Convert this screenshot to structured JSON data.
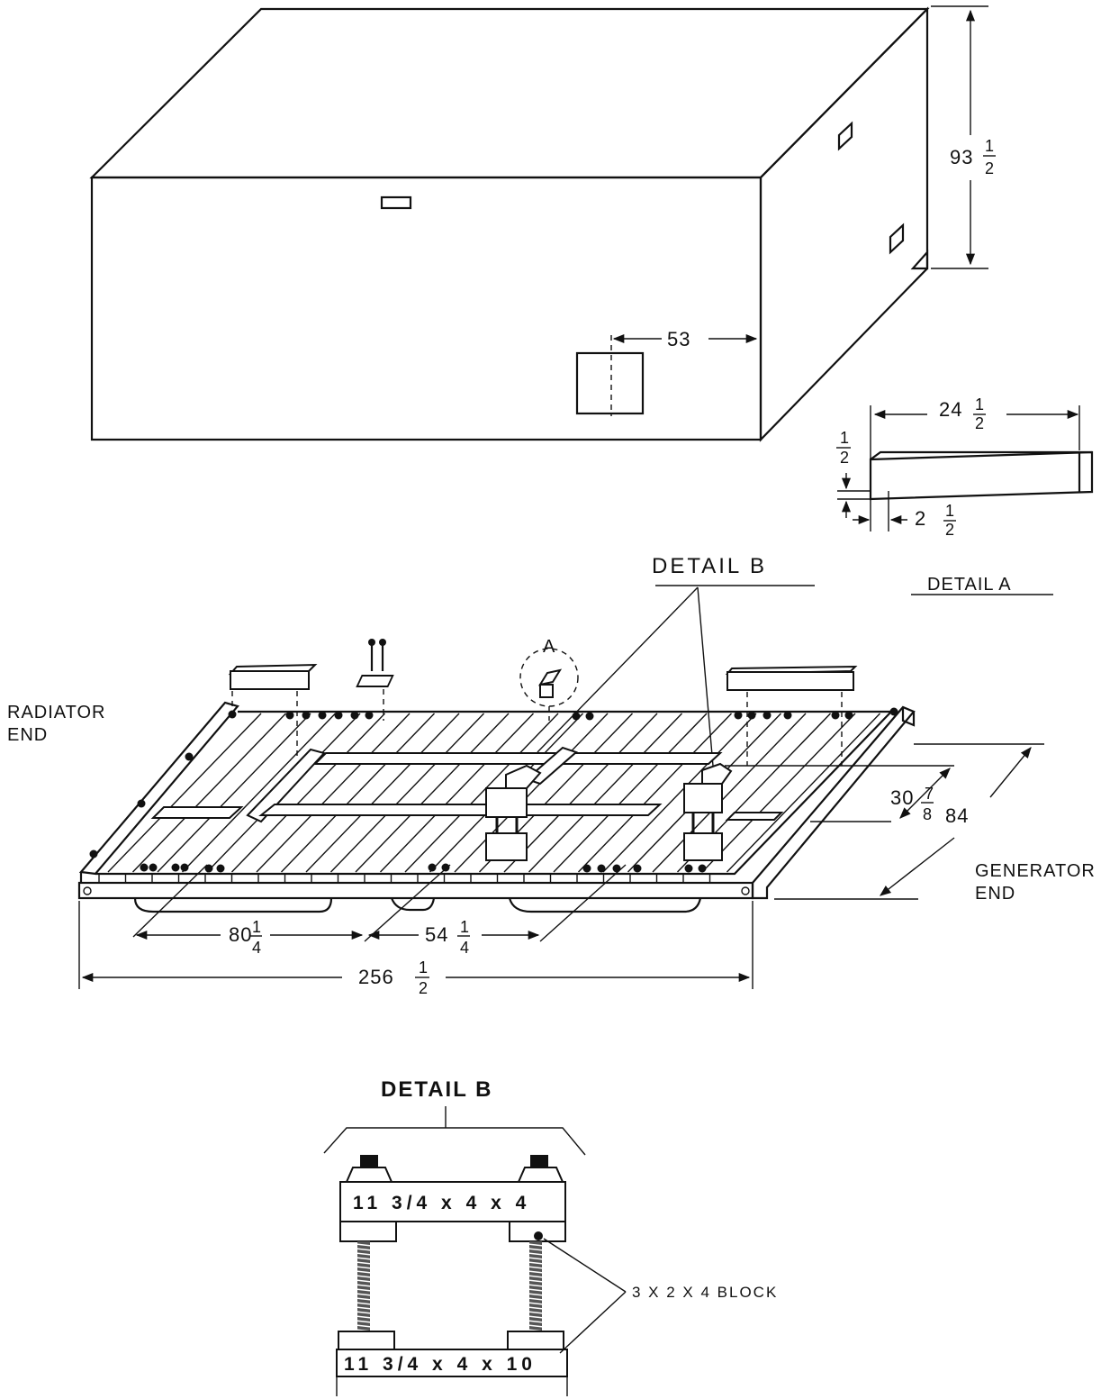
{
  "labels": {
    "height_dim": {
      "whole": "93",
      "num": "1",
      "den": "2"
    },
    "offset_dim": "53",
    "detail_a_length": {
      "whole": "24",
      "num": "1",
      "den": "2"
    },
    "detail_a_thickness": {
      "num": "1",
      "den": "2"
    },
    "detail_a_step": {
      "whole": "2",
      "num": "1",
      "den": "2"
    },
    "detail_b_callout": "DETAIL B",
    "detail_a_title": "DETAIL A",
    "circle_marker": "A",
    "radiator_end_line1": "RADIATOR",
    "radiator_end_line2": "END",
    "generator_end_line1": "GENERATOR",
    "generator_end_line2": "END",
    "dim_30_7_8": {
      "whole": "30",
      "num": "7",
      "den": "8"
    },
    "dim_84": "84",
    "dim_80_1_4": {
      "whole": "80",
      "num": "1",
      "den": "4"
    },
    "dim_54_1_4": {
      "whole": "54",
      "num": "1",
      "den": "4"
    },
    "dim_256_1_2": {
      "whole": "256",
      "num": "1",
      "den": "2"
    },
    "detail_b_title": "DETAIL B",
    "top_block": "11 3/4 x 4 x 4",
    "bottom_block": "11 3/4 x 4 x 10",
    "block_callout": "3 X 2 X 4 BLOCK"
  }
}
